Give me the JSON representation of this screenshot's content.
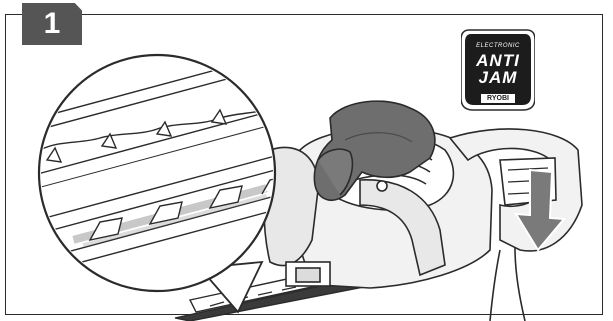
{
  "step": {
    "number": "1"
  },
  "logo": {
    "line1": "ELECTRONIC",
    "line2": "ANTI",
    "line3": "JAM",
    "brand": "RYOBI",
    "background_color": "#1c1c1c",
    "accent_color": "#ffffff"
  },
  "colors": {
    "frame": "#2b2b2b",
    "badge": "#555555",
    "glove": "#6e6e6e",
    "arrow": "#7a7a7a",
    "debris": "#9a9a9a"
  },
  "icons": [
    "down-arrow-icon",
    "glove-hand-icon",
    "magnifier-callout-icon"
  ]
}
